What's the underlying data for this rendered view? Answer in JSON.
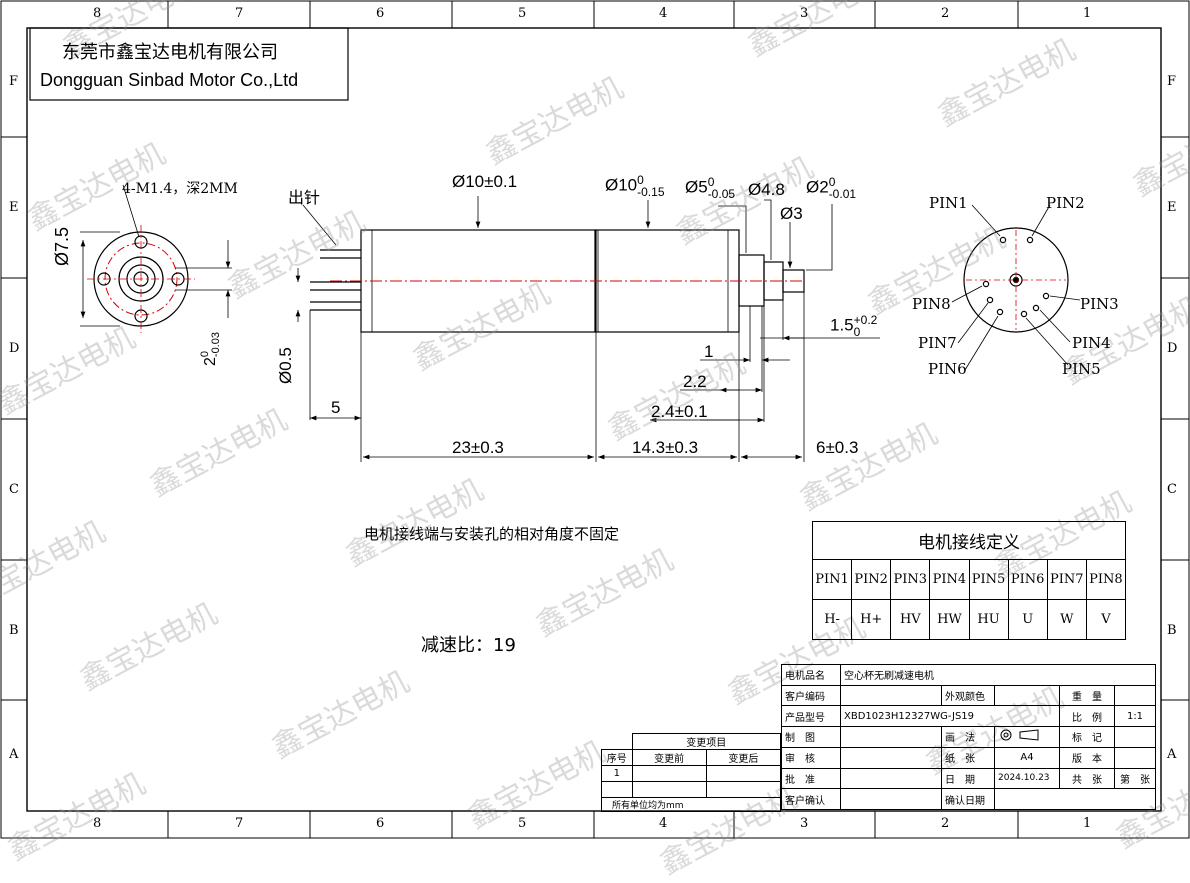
{
  "frame": {
    "col_labels": [
      "8",
      "7",
      "6",
      "5",
      "4",
      "3",
      "2",
      "1"
    ],
    "row_labels": [
      "F",
      "E",
      "D",
      "C",
      "B",
      "A"
    ]
  },
  "company": {
    "name_cn": "东莞市鑫宝达电机有限公司",
    "name_en": "Dongguan Sinbad Motor Co.,Ltd"
  },
  "watermark": "鑫宝达电机",
  "callouts": {
    "mount_holes": "4-M1.4，深2MM",
    "pins_out": "出针",
    "pin_labels": [
      "PIN1",
      "PIN2",
      "PIN3",
      "PIN4",
      "PIN5",
      "PIN6",
      "PIN7",
      "PIN8"
    ]
  },
  "dims": {
    "dia7_5": "Ø7.5",
    "flange_2": "2",
    "flange_2_tol_up": "0",
    "flange_2_tol_dn": "-0.03",
    "dia10_motor": "Ø10±0.1",
    "dia10_gear": "Ø10",
    "dia10_gear_tol_up": "0",
    "dia10_gear_tol_dn": "-0.15",
    "dia5": "Ø5",
    "dia5_tol_up": "0",
    "dia5_tol_dn": "-0.05",
    "dia4_8": "Ø4.8",
    "dia3": "Ø3",
    "dia2": "Ø2",
    "dia2_tol_up": "0",
    "dia2_tol_dn": "-0.01",
    "dia0_5": "Ø0.5",
    "len5": "5",
    "len1": "1",
    "len2_2": "2.2",
    "len2_4": "2.4±0.1",
    "len1_5": "1.5",
    "len1_5_tol_up": "+0.2",
    "len1_5_tol_dn": "0",
    "len23": "23±0.3",
    "len14_3": "14.3±0.3",
    "len6": "6±0.3"
  },
  "note": "电机接线端与安装孔的相对角度不固定",
  "ratio": {
    "label": "减速比：",
    "value": "19"
  },
  "pin_table": {
    "title": "电机接线定义",
    "headers": [
      "PIN1",
      "PIN2",
      "PIN3",
      "PIN4",
      "PIN5",
      "PIN6",
      "PIN7",
      "PIN8"
    ],
    "values": [
      "H-",
      "H+",
      "HV",
      "HW",
      "HU",
      "U",
      "W",
      "V"
    ]
  },
  "title_block": {
    "product_name_label": "电机品名",
    "product_name": "空心杯无刷减速电机",
    "customer_code_label": "客户编码",
    "color_label": "外观颜色",
    "weight_label": "重　量",
    "model_label": "产品型号",
    "model": "XBD1023H12327WG-JS19",
    "scale_label": "比　例",
    "scale": "1:1",
    "drawn_label": "制　图",
    "projection_label": "画　法",
    "mark_label": "标　记",
    "check_label": "审　核",
    "paper_label": "纸　张",
    "paper": "A4",
    "version_label": "版　本",
    "approve_label": "批　准",
    "date_label": "日　期",
    "date": "2024.10.23",
    "total_sheets_label": "共　张",
    "sheet_label": "第　张",
    "customer_confirm_label": "客户确认",
    "confirm_date_label": "确认日期"
  },
  "change_table": {
    "title": "变更项目",
    "col_no": "序号",
    "col_before": "变更前",
    "col_after": "变更后",
    "row1_no": "1",
    "unit_note": "所有单位均为mm"
  }
}
